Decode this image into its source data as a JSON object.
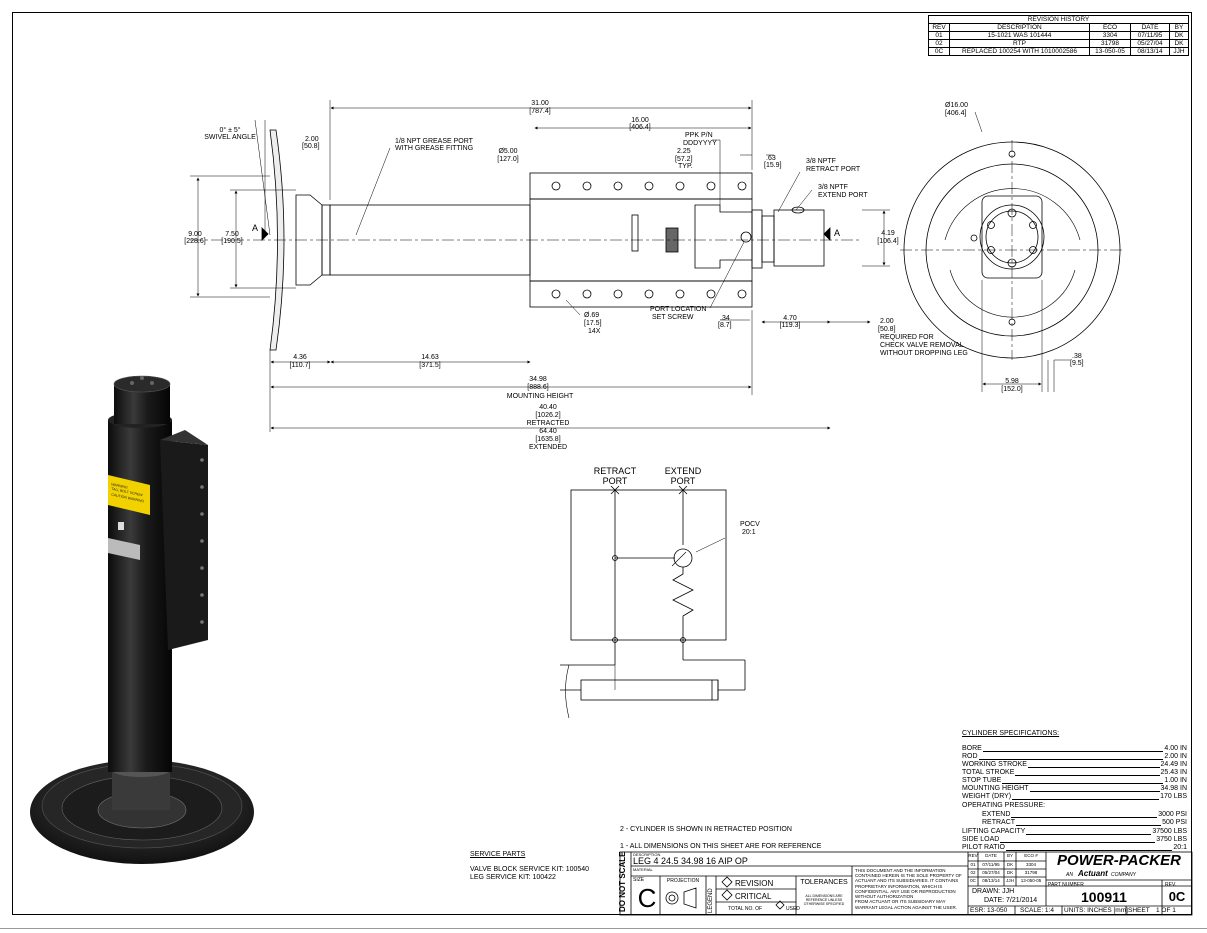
{
  "revision_history": {
    "title": "REVISION HISTORY",
    "headers": [
      "REV",
      "DESCRIPTION",
      "ECO",
      "DATE",
      "BY"
    ],
    "rows": [
      [
        "01",
        "15-1021 WAS 101444",
        "3304",
        "07/11/95",
        "DK"
      ],
      [
        "02",
        "RTP",
        "31798",
        "05/27/04",
        "DK"
      ],
      [
        "0C",
        "REPLACED 100254 WITH 1010002586",
        "13-050-05",
        "08/13/14",
        "JJH"
      ]
    ]
  },
  "side_view": {
    "swivel_angle": "0° ± 5°",
    "swivel_label": "SWIVEL ANGLE",
    "dim_200_in": "2.00",
    "dim_200_mm": "[50.8]",
    "grease_port_1": "1/8 NPT GREASE PORT",
    "grease_port_2": "WITH GREASE FITTING",
    "dim_3100_in": "31.00",
    "dim_3100_mm": "[787.4]",
    "dim_1600_in": "16.00",
    "dim_1600_mm": "[406.4]",
    "dia_500_in": "Ø5.00",
    "dia_500_mm": "[127.0]",
    "ppk_1": "PPK P/N",
    "ppk_2": "DDDYYYY",
    "dim_225_in": "2.25",
    "dim_225_mm": "[57.2]",
    "typ": "TYP.",
    "dim_063_in": ".63",
    "dim_063_mm": "[15.9]",
    "retract_port_1": "3/8 NPTF",
    "retract_port_2": "RETRACT PORT",
    "extend_port_1": "3/8 NPTF",
    "extend_port_2": "EXTEND PORT",
    "dim_900_in": "9.00",
    "dim_900_mm": "[228.6]",
    "dim_750_in": "7.50",
    "dim_750_mm": "[190.5]",
    "section_a_left": "A",
    "section_a_right": "A",
    "dim_419_in": "4.19",
    "dim_419_mm": "[106.4]",
    "hole_dia_in": "Ø.69",
    "hole_dia_mm": "[17.5]",
    "hole_qty": "14X",
    "port_loc_1": "PORT LOCATION",
    "port_loc_2": "SET SCREW",
    "dim_034_in": ".34",
    "dim_034_mm": "[8.7]",
    "dim_470_in": "4.70",
    "dim_470_mm": "[119.3]",
    "dim_200b_in": "2.00",
    "dim_200b_mm": "[50.8]",
    "check_1": "REQUIRED FOR",
    "check_2": "CHECK VALVE REMOVAL",
    "check_3": "WITHOUT DROPPING LEG",
    "dim_436_in": "4.36",
    "dim_436_mm": "[110.7]",
    "dim_1463_in": "14.63",
    "dim_1463_mm": "[371.5]",
    "dim_3498_in": "34.98",
    "dim_3498_mm": "[888.6]",
    "mounting_height": "MOUNTING HEIGHT",
    "dim_4040_in": "40.40",
    "dim_4040_mm": "[1026.2]",
    "retracted": "RETRACTED",
    "dim_6440_in": "64.40",
    "dim_6440_mm": "[1635.8]",
    "extended": "EXTENDED"
  },
  "end_view": {
    "dia_1600_in": "Ø16.00",
    "dia_1600_mm": "[406.4]",
    "dim_598_in": "5.98",
    "dim_598_mm": "[152.0]",
    "dim_038_in": ".38",
    "dim_038_mm": "[9.5]"
  },
  "schematic": {
    "retract_1": "RETRACT",
    "retract_2": "PORT",
    "extend_1": "EXTEND",
    "extend_2": "PORT",
    "pocv_1": "POCV",
    "pocv_2": "20:1"
  },
  "specs": {
    "title": "CYLINDER SPECIFICATIONS:",
    "rows": [
      {
        "label": "BORE",
        "value": "4.00 IN"
      },
      {
        "label": "ROD",
        "value": "2.00 IN"
      },
      {
        "label": "WORKING STROKE",
        "value": "24.49 IN"
      },
      {
        "label": "TOTAL STROKE",
        "value": "25.43 IN"
      },
      {
        "label": "STOP TUBE",
        "value": "1.00 IN"
      },
      {
        "label": "MOUNTING HEIGHT",
        "value": "34.98 IN"
      },
      {
        "label": "WEIGHT (DRY)",
        "value": "170 LBS"
      },
      {
        "label": "OPERATING PRESSURE:",
        "value": ""
      },
      {
        "label": "EXTEND",
        "value": "3000 PSI"
      },
      {
        "label": "RETRACT",
        "value": "500 PSI"
      },
      {
        "label": "LIFTING CAPACITY",
        "value": "37500 LBS"
      },
      {
        "label": "SIDE LOAD",
        "value": "3750 LBS"
      },
      {
        "label": "PILOT RATIO",
        "value": "20:1"
      }
    ]
  },
  "notes": {
    "note2": "2 - CYLINDER IS SHOWN IN RETRACTED POSITION",
    "note1": "1 - ALL DIMENSIONS ON THIS SHEET ARE FOR REFERENCE"
  },
  "service": {
    "title": "SERVICE PARTS",
    "line1": "VALVE BLOCK SERVICE KIT: 100540",
    "line2": "LEG SERVICE KIT: 100422"
  },
  "title_block": {
    "do_not_scale": "DO NOT SCALE",
    "description_label": "DESCRIPTION",
    "description": "LEG 4 24.5 34.98 16 AIP OP",
    "material_label": "MATERIAL",
    "size_label": "SIZE",
    "size": "C",
    "projection_label": "PROJECTION",
    "legend_label": "LEGEND",
    "revision_label": "REVISION",
    "critical_label": "CRITICAL",
    "total_no": "TOTAL NO. OF",
    "used": "USED",
    "tolerances_label": "TOLERANCES",
    "tol_1": "ALL DIMENSIONS ARE",
    "tol_2": "REFERENCE UNLESS",
    "tol_3": "OTHERWISE SPECIFIED",
    "prop_1": "THIS DOCUMENT AND THE INFORMATION",
    "prop_2": "CONTAINED HEREIN IS THE SOLE PROPERTY OF",
    "prop_3": "ACTUANT AND ITS SUBSIDIARIES. IT CONTAINS",
    "prop_4": "PROPRIETARY INFORMATION, WHICH IS",
    "prop_5": "CONFIDENTIAL. ANY USE OR REPRODUCTION",
    "prop_6": "WITHOUT AUTHORIZATION",
    "prop_7": "FROM ACTUANT OR ITS SUBSIDIARY MAY",
    "prop_8": "WARRANT LEGAL ACTION AGAINST THE USER.",
    "mini_headers": [
      "REV",
      "DATE",
      "BY",
      "ECO #"
    ],
    "mini_rows": [
      [
        "01",
        "07/11/95",
        "DK",
        "3304"
      ],
      [
        "02",
        "05/27/04",
        "DK",
        "31798"
      ],
      [
        "0C",
        "08/13/14",
        "JJH",
        "13-050-05"
      ]
    ],
    "drawn": "DRAWN:  JJH",
    "date": "DATE:  7/21/2014",
    "esr": "ESR: 13-050",
    "scale": "SCALE:  1:4",
    "units": "UNITS: INCHES [mm]",
    "sheet_label": "SHEET",
    "sheet_of": "1  OF  1",
    "company": "POWER-PACKER",
    "company_sub_pre": "AN",
    "company_sub_name": "Actuant",
    "company_sub_post": "COMPANY",
    "part_number_label": "PART NUMBER",
    "part_number": "100911",
    "rev_label": "REV.",
    "rev": "0C"
  },
  "render_label": {
    "line1": "WARNING",
    "line2": "TALL BOLT SCREW",
    "line3": "CAUTION WARNING"
  }
}
